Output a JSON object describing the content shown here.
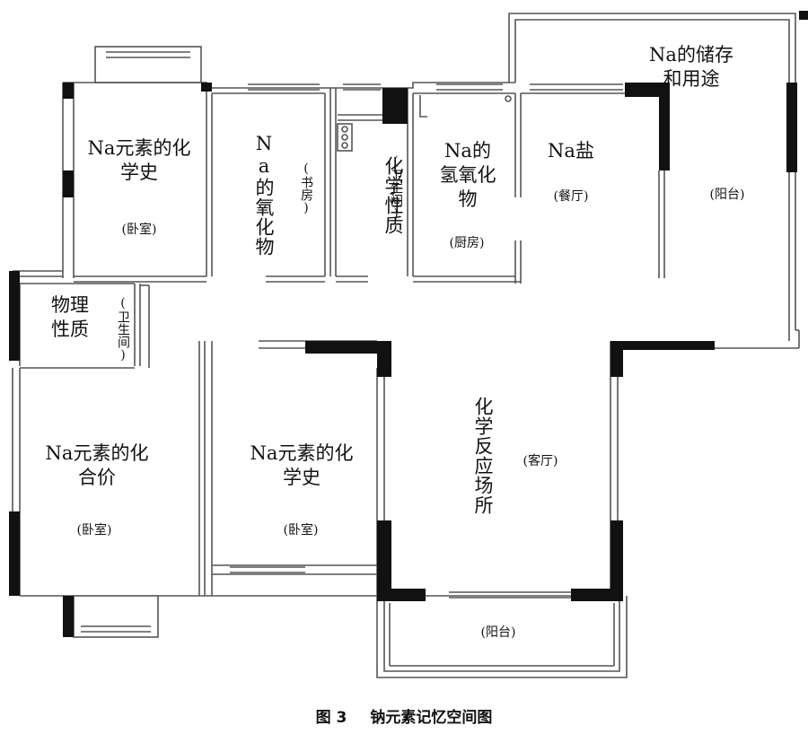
{
  "rooms": {
    "bed_top_left": {
      "title": "Na元素的化学史",
      "sub": "(卧室)"
    },
    "study": {
      "title": "Na的氧化物",
      "sub": "(书房)"
    },
    "bath_top": {
      "title": "化学性质",
      "sub": "(卫生间)"
    },
    "kitchen": {
      "title": "Na的氢氧化物",
      "sub": "(厨房)"
    },
    "dining": {
      "title": "Na盐",
      "sub": "(餐厅)"
    },
    "balcony_top": {
      "title": "Na的储存和用途",
      "sub": "(阳台)"
    },
    "bath_left": {
      "title": "物理性质",
      "sub": "(卫生间)"
    },
    "bed_bottom_left": {
      "title": "Na元素的化合价",
      "sub": "(卧室)"
    },
    "bed_bottom_mid": {
      "title": "Na元素的化学史",
      "sub": "(卧室)"
    },
    "living": {
      "title": "化学反应场所",
      "sub": "(客厅)"
    },
    "balcony_bottom": {
      "sub": "(阳台)"
    }
  },
  "caption": {
    "number": "图 3",
    "text": "钠元素记忆空间图"
  },
  "colors": {
    "wall": "#111111",
    "thin_wall": "#555555",
    "background": "#ffffff"
  }
}
